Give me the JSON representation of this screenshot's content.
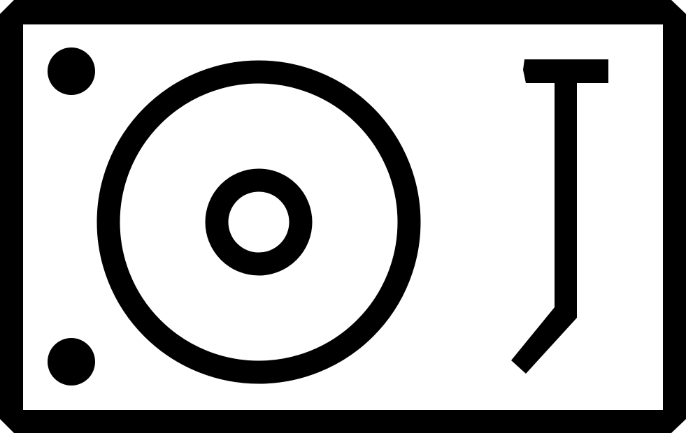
{
  "icon": {
    "name": "turntable-icon",
    "parts": [
      "frame",
      "corner-dot-top",
      "corner-dot-bottom",
      "platter",
      "spindle-ring",
      "tonearm"
    ]
  },
  "colors": {
    "foreground": "#000000",
    "background": "#ffffff"
  }
}
